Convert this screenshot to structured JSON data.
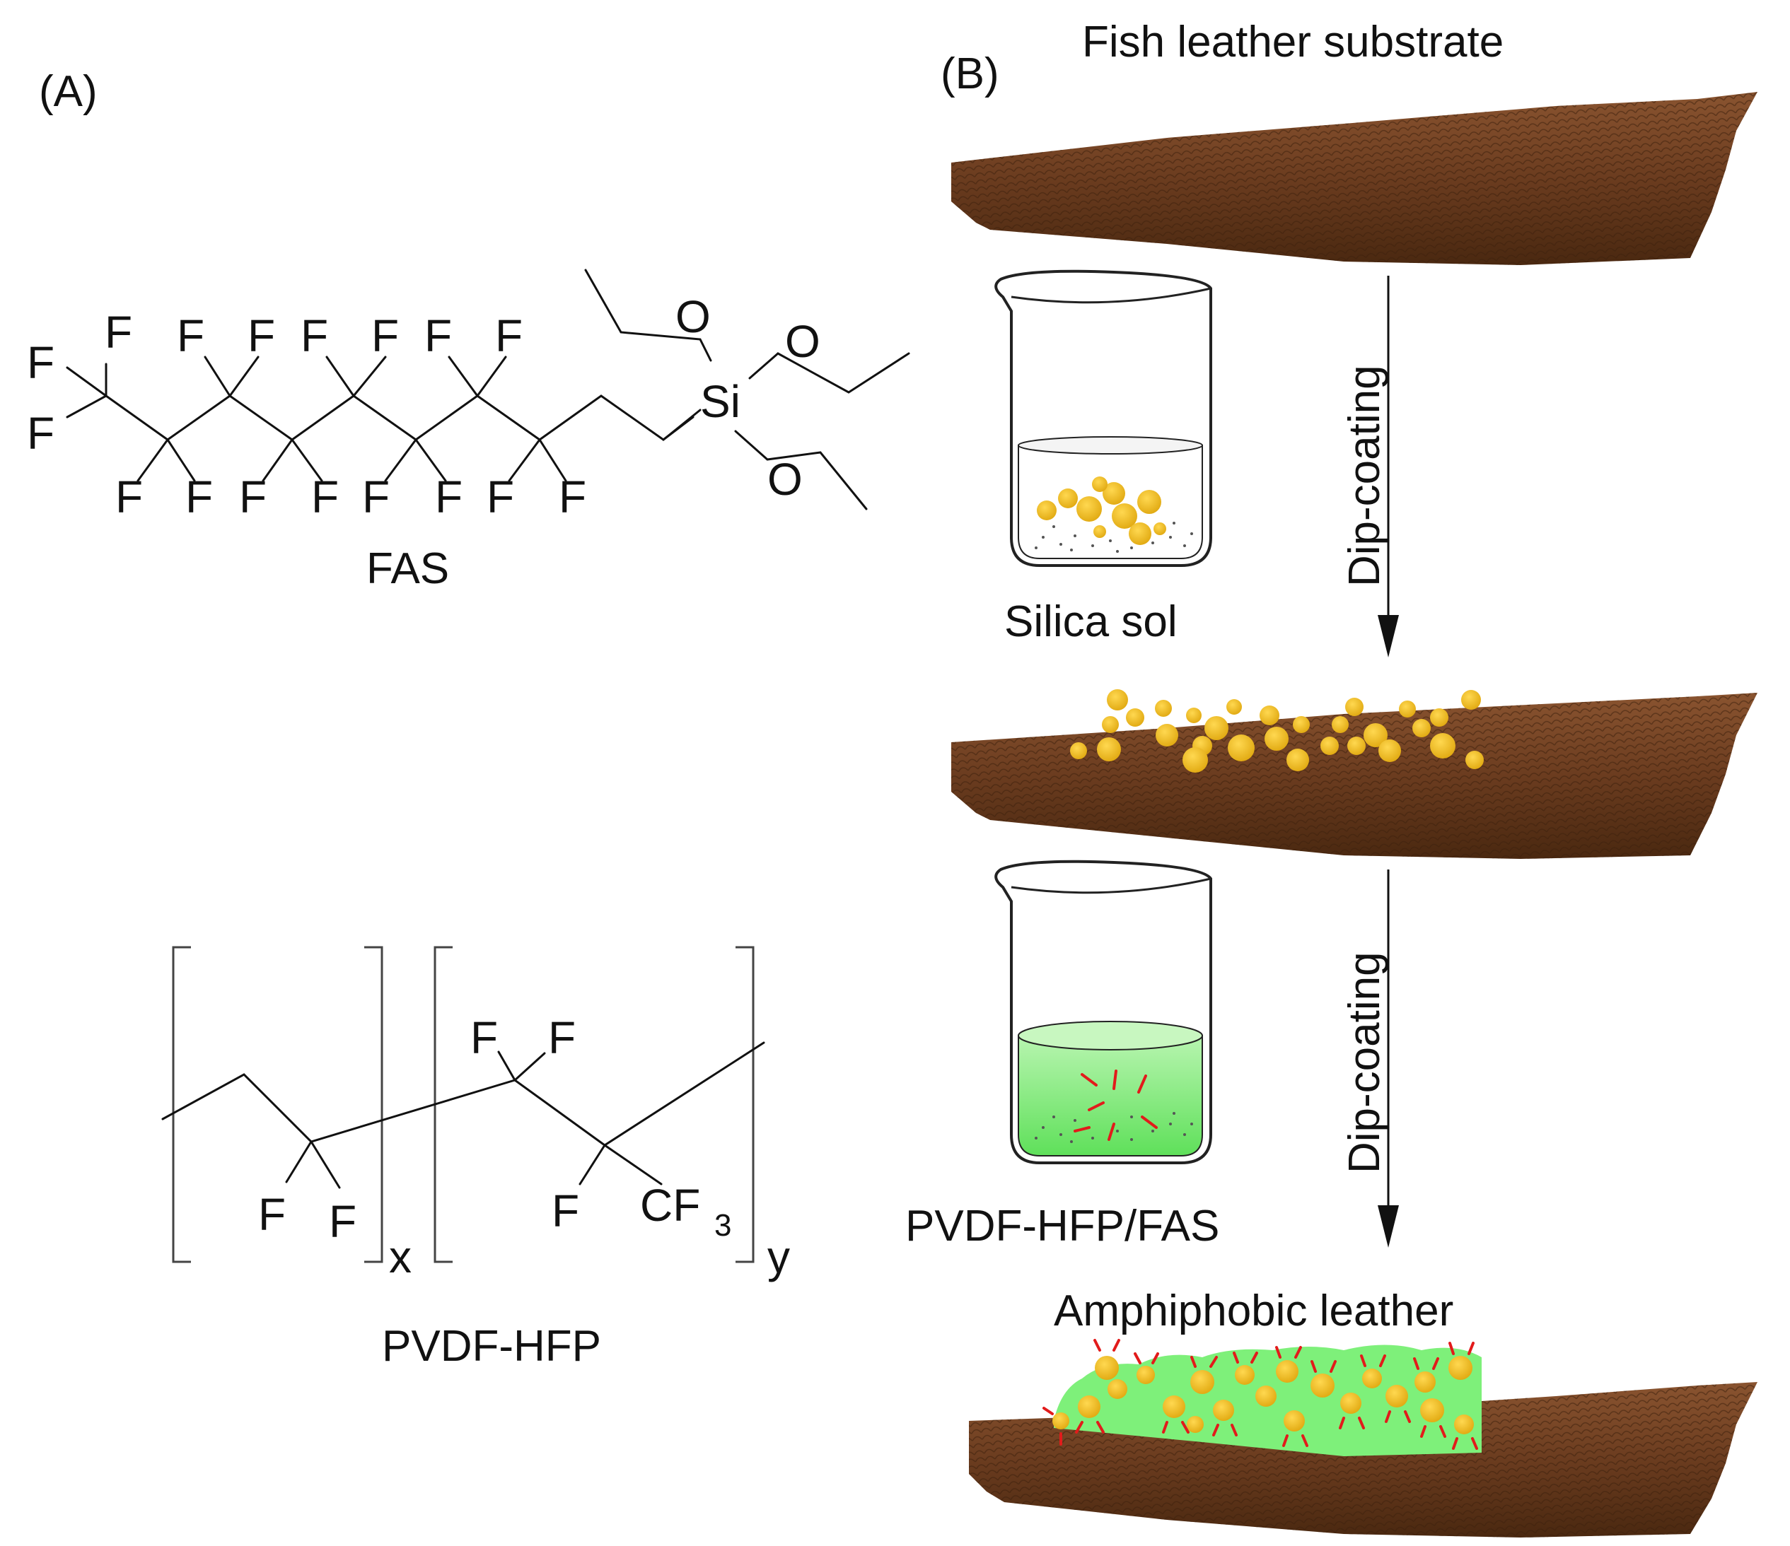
{
  "panels": {
    "a_label": "(A)",
    "b_label": "(B)"
  },
  "molecules": {
    "fas_name": "FAS",
    "pvdf_name": "PVDF-HFP",
    "fluorine": "F",
    "oxygen": "O",
    "silicon": "Si",
    "cf3": "CF",
    "cf3_subscript": "3",
    "x_subscript": "x",
    "y_subscript": "y"
  },
  "process": {
    "substrate_title": "Fish leather substrate",
    "step1": "Dip-coating",
    "step2": "Dip-coating",
    "beaker1_label": "Silica sol",
    "beaker2_label": "PVDF-HFP/FAS",
    "result_title": "Amphiphobic leather"
  },
  "colors": {
    "leather": "#6b3c1f",
    "leather_dark": "#4a2810",
    "particle": "#e8b820",
    "coating": "#7ef07a",
    "solution_green": "#7ee97a",
    "fas_chains": "#e21b1b"
  }
}
